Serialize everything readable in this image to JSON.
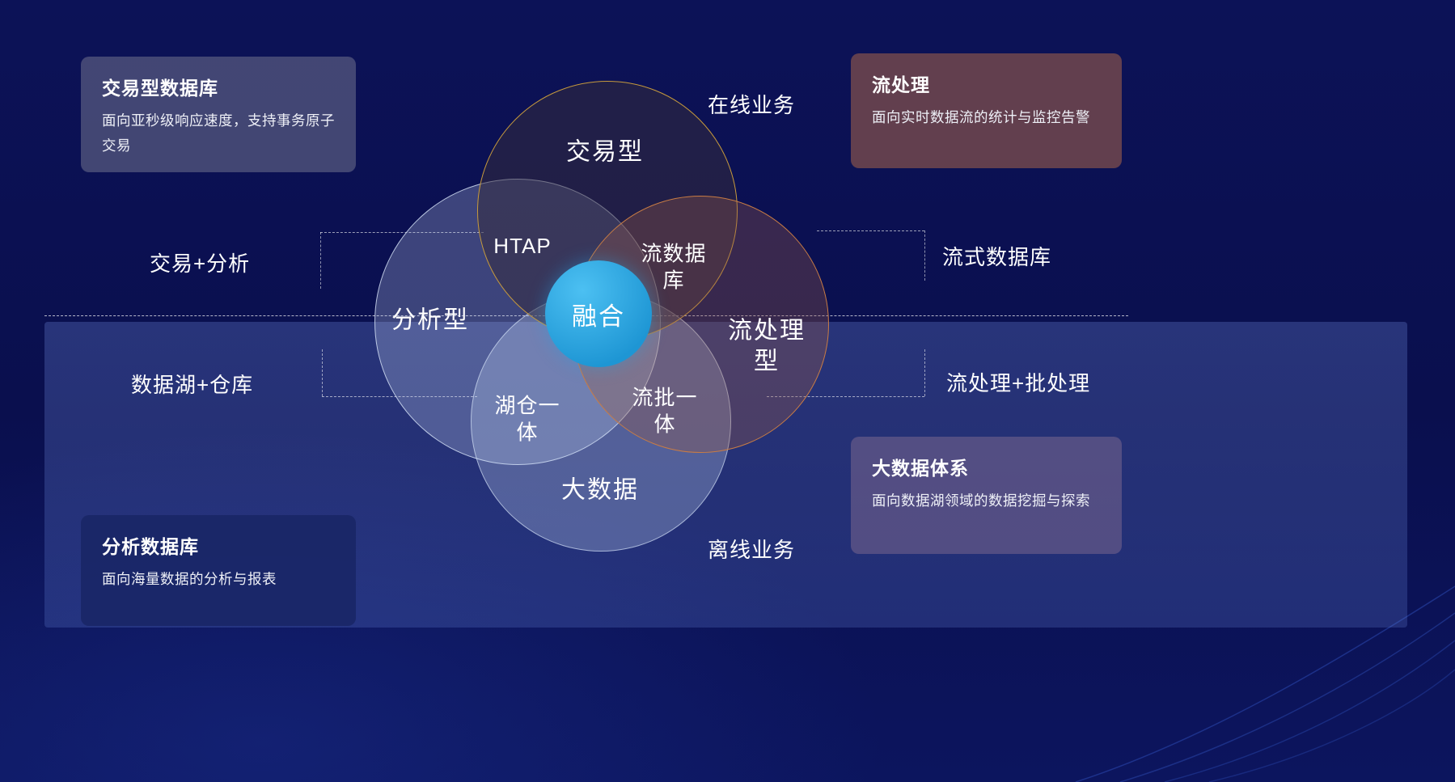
{
  "colors": {
    "background": "#0c1254",
    "panel": "#2c3d85",
    "fusion_cyan": "#2aa7e3",
    "transactional_border_amber": "#c79a3c",
    "stream_border_orange": "#c97c44"
  },
  "venn": {
    "top_label": "交易型",
    "left_label": "分析型",
    "right_label": "流处理\n型",
    "bottom_label": "大数据",
    "center_label": "融合",
    "overlap_htap": "HTAP",
    "overlap_stream_db": "流数据\n库",
    "overlap_lakehouse": "湖仓一\n体",
    "overlap_stream_batch": "流批一\n体"
  },
  "side_labels": {
    "online": "在线业务",
    "offline": "离线业务",
    "txn_analysis": "交易+分析",
    "stream_db": "流式数据库",
    "lake_warehouse": "数据湖+仓库",
    "stream_batch": "流处理+批处理"
  },
  "cards": {
    "transactional": {
      "title": "交易型数据库",
      "body": "面向亚秒级响应速度，支持事务原子交易"
    },
    "stream": {
      "title": "流处理",
      "body": "面向实时数据流的统计与监控告警"
    },
    "analytical": {
      "title": "分析数据库",
      "body": "面向海量数据的分析与报表"
    },
    "bigdata": {
      "title": "大数据体系",
      "body": "面向数据湖领域的数据挖掘与探索"
    }
  }
}
